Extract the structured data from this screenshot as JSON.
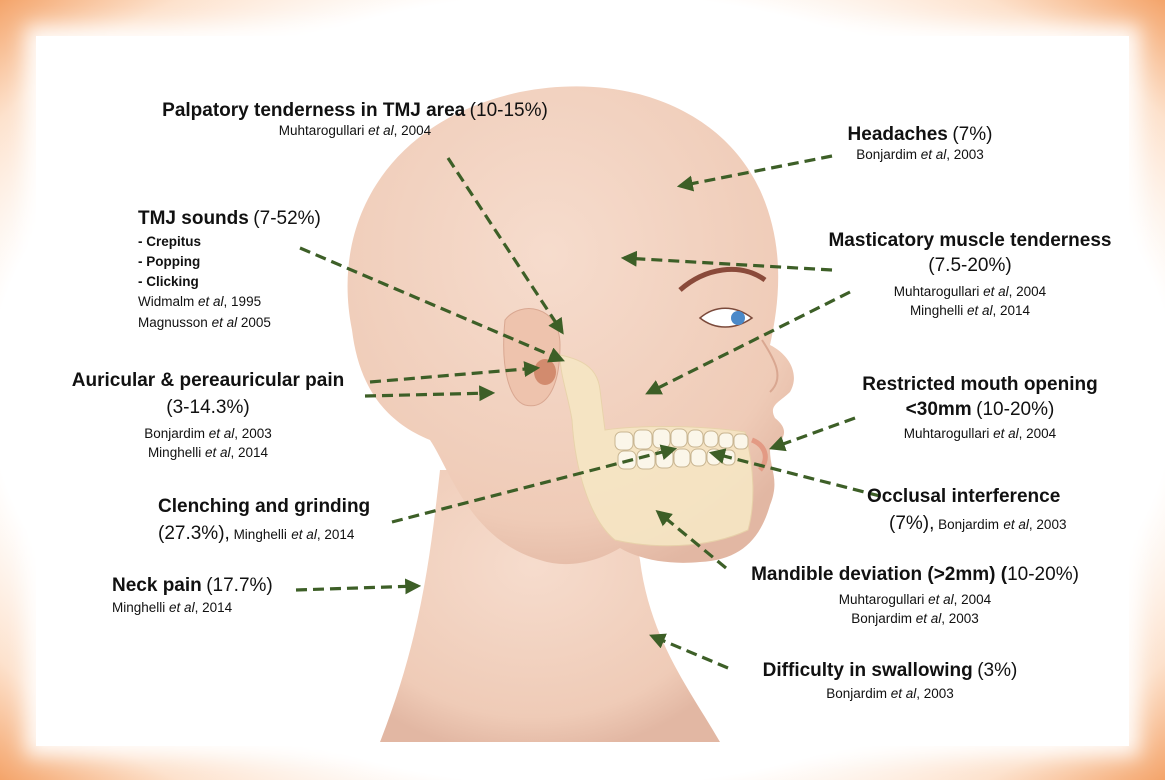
{
  "labels": {
    "palpatory": {
      "title": "Palpatory tenderness in TMJ area",
      "value": "(10-15%)",
      "ref_author": "Muhtarogullari",
      "ref_etal": "et al",
      "ref_year": ", 2004"
    },
    "headaches": {
      "title": "Headaches",
      "value": "(7%)",
      "ref_author": "Bonjardim",
      "ref_etal": "et al",
      "ref_year": ", 2003"
    },
    "tmj_sounds": {
      "title": "TMJ sounds",
      "value": "(7-52%)",
      "items": [
        "- Crepitus",
        "- Popping",
        "- Clicking"
      ],
      "ref1_author": "Widmalm",
      "ref1_etal": "et al",
      "ref1_year": ", 1995",
      "ref2_author": "Magnusson",
      "ref2_etal": "et al",
      "ref2_year": " 2005"
    },
    "masticatory": {
      "title": "Masticatory muscle tenderness",
      "value": "(7.5-20%)",
      "ref1_author": "Muhtarogullari",
      "ref1_etal": "et al",
      "ref1_year": ", 2004",
      "ref2_author": "Minghelli",
      "ref2_etal": "et al",
      "ref2_year": ", 2014"
    },
    "auricular": {
      "title": "Auricular & pereauricular pain",
      "value": "(3-14.3%)",
      "ref1_author": "Bonjardim",
      "ref1_etal": "et al",
      "ref1_year": ", 2003",
      "ref2_author": "Minghelli",
      "ref2_etal": "et al",
      "ref2_year": ", 2014"
    },
    "restricted": {
      "title": "Restricted mouth opening",
      "title2": "<30mm",
      "value": "(10-20%)",
      "ref_author": "Muhtarogullari",
      "ref_etal": "et al",
      "ref_year": ", 2004"
    },
    "clenching": {
      "title": "Clenching and grinding",
      "value": "(27.3%),",
      "ref_author": " Minghelli",
      "ref_etal": "et al",
      "ref_year": ", 2014"
    },
    "occlusal": {
      "title": "Occlusal interference",
      "value": "(7%),",
      "ref_author": " Bonjardim",
      "ref_etal": "et al",
      "ref_year": ", 2003"
    },
    "neck": {
      "title": "Neck pain",
      "value": "(17.7%)",
      "ref_author": "Minghelli",
      "ref_etal": "et al",
      "ref_year": ", 2014"
    },
    "mandible": {
      "title": "Mandible deviation (>2mm) (",
      "value": "10-20%)",
      "ref1_author": "Muhtarogullari",
      "ref1_etal": "et al",
      "ref1_year": ", 2004",
      "ref2_author": "Bonjardim",
      "ref2_etal": "et al",
      "ref2_year": ", 2003"
    },
    "swallowing": {
      "title": "Difficulty in swallowing",
      "value": "(3%)",
      "ref_author": "Bonjardim",
      "ref_etal": "et al",
      "ref_year": ", 2003"
    }
  },
  "colors": {
    "arrow": "#3d5f27",
    "skin": "#f2d3c1",
    "skin_shadow": "#e2b7a3",
    "bone": "#f6e6c4",
    "frame": "#f4a46a"
  }
}
